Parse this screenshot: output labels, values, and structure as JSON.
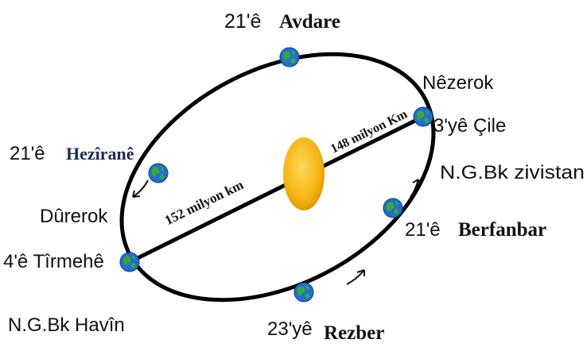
{
  "labels": {
    "avdare_day": "21'ê",
    "avdare_month": "Avdare",
    "nezerok": "Nêzerok",
    "cile": "3'yê Çile",
    "ngbk_zivistan": "N.G.Bk  zivistan",
    "heziran_day": "21'ê",
    "heziran_month": "Hezîranê",
    "durerok": "Dûrerok",
    "tirmehe": "4'ê Tîrmehê",
    "berfanbar_day": "21'ê",
    "berfanbar_month": "Berfanbar",
    "ngbk_havin": "N.G.Bk Havîn",
    "rezber_day": "23'yê",
    "rezber_month": "Rezber",
    "dist_near": "148 milyon  Km",
    "dist_far": "152  milyon km"
  },
  "colors": {
    "orbit": "#000000",
    "sun": "#f6b616",
    "earth_ocean": "#1f6fd1",
    "earth_land": "#3aa63a"
  },
  "icons": {
    "sun": "sun-icon",
    "earth": "earth-icon",
    "arrow": "curved-arrow-icon"
  }
}
